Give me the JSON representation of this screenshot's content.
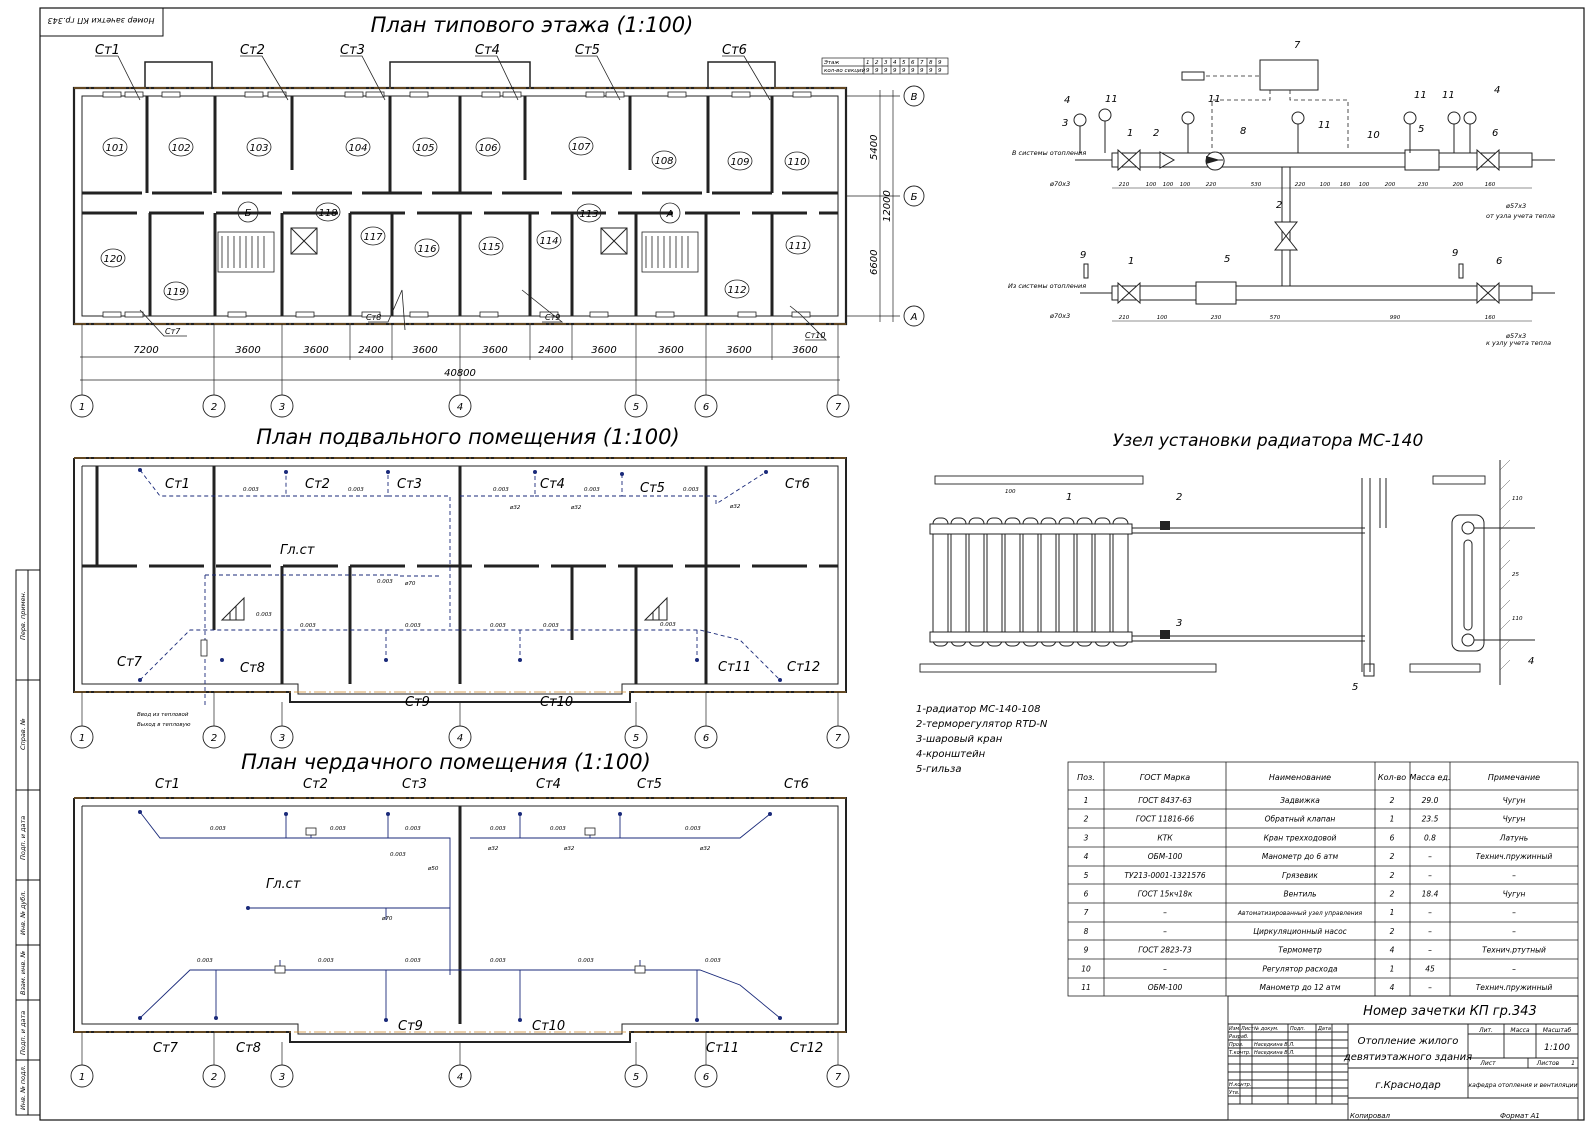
{
  "stamp_text": "Номер зачетки КП гр.343",
  "plans": {
    "typical": {
      "title": "План типового этажа (1:100)",
      "rooms": [
        "101",
        "102",
        "103",
        "104",
        "105",
        "106",
        "107",
        "108",
        "109",
        "110",
        "111",
        "112",
        "113",
        "114",
        "115",
        "116",
        "117",
        "118",
        "119",
        "120"
      ],
      "stairs": [
        "Б",
        "А"
      ],
      "risers": [
        "Ст1",
        "Ст2",
        "Ст3",
        "Ст4",
        "Ст5",
        "Ст6",
        "Ст7",
        "Ст8",
        "Ст9",
        "Ст10"
      ],
      "dims_bottom": [
        "7200",
        "3600",
        "3600",
        "2400",
        "3600",
        "3600",
        "2400",
        "3600",
        "3600",
        "3600",
        "3600"
      ],
      "dim_total": "40800",
      "dims_right": [
        "5400",
        "12000",
        "6600"
      ],
      "axes_letters": [
        "В",
        "Б",
        "А"
      ],
      "axes_numbers": [
        "1",
        "2",
        "3",
        "4",
        "5",
        "6",
        "7"
      ],
      "floor_table": {
        "row1_label": "Этаж",
        "row2_label": "кол-во секций",
        "row1": [
          "1",
          "2",
          "3",
          "4",
          "5",
          "6",
          "7",
          "8",
          "9"
        ],
        "row2": [
          "9",
          "9",
          "9",
          "9",
          "9",
          "9",
          "9",
          "9",
          "9"
        ]
      }
    },
    "basement": {
      "title": "План подвального помещения (1:100)",
      "risers": [
        "Ст1",
        "Ст2",
        "Ст3",
        "Ст4",
        "Ст5",
        "Ст6",
        "Ст7",
        "Ст8",
        "Ст9",
        "Ст10",
        "Ст11",
        "Ст12"
      ],
      "main_riser": "Гл.ст",
      "slope": "0.003",
      "diam": [
        "ø32",
        "ø32",
        "ø32",
        "ø70"
      ],
      "inlet_notes": [
        "Ввод из тепловой",
        "Выход в тепловую"
      ]
    },
    "attic": {
      "title": "План чердачного помещения (1:100)",
      "risers": [
        "Ст1",
        "Ст2",
        "Ст3",
        "Ст4",
        "Ст5",
        "Ст6",
        "Ст7",
        "Ст8",
        "Ст9",
        "Ст10",
        "Ст11",
        "Ст12"
      ],
      "main_riser": "Гл.ст",
      "diam": [
        "ø32",
        "ø32",
        "ø32",
        "ø50",
        "ø70"
      ]
    }
  },
  "node": {
    "labels": [
      "1",
      "2",
      "3",
      "4",
      "5",
      "6",
      "7",
      "8",
      "9",
      "10",
      "11"
    ],
    "notes": [
      "В системы отопления",
      "Из системы отопления",
      "от узла учета тепла",
      "к узлу учета тепла"
    ],
    "pipe_dims": [
      "ø70х3",
      "ø70х3",
      "ø57х3",
      "ø57х3"
    ],
    "dims_top": [
      "210",
      "100",
      "100",
      "100",
      "220",
      "530",
      "220",
      "100",
      "160",
      "100",
      "200",
      "230",
      "200",
      "160"
    ],
    "dims_bottom": [
      "210",
      "100",
      "230",
      "570",
      "990",
      "160"
    ]
  },
  "radiator": {
    "title": "Узел установки радиатора МС-140",
    "labels": [
      "1",
      "2",
      "3",
      "4",
      "5"
    ],
    "legend": [
      "1-радиатор МС-140-108",
      "2-терморегулятор RTD-N",
      "3-шаровый кран",
      "4-кронштейн",
      "5-гильза"
    ],
    "dims": [
      "100",
      "110",
      "25",
      "110"
    ]
  },
  "spec": {
    "headers": [
      "Поз.",
      "ГОСТ Марка",
      "Наименование",
      "Кол-во",
      "Масса ед.",
      "Примечание"
    ],
    "rows": [
      [
        "1",
        "ГОСТ 8437-63",
        "Задвижка",
        "2",
        "29.0",
        "Чугун"
      ],
      [
        "2",
        "ГОСТ 11816-66",
        "Обратный клапан",
        "1",
        "23.5",
        "Чугун"
      ],
      [
        "3",
        "КТК",
        "Кран трехходовой",
        "6",
        "0.8",
        "Латунь"
      ],
      [
        "4",
        "ОБМ-100",
        "Манометр до 6 атм",
        "2",
        "–",
        "Технич.пружинный"
      ],
      [
        "5",
        "ТУ213-0001-1321576",
        "Грязевик",
        "2",
        "–",
        "–"
      ],
      [
        "6",
        "ГОСТ 15кч18к",
        "Вентиль",
        "2",
        "18.4",
        "Чугун"
      ],
      [
        "7",
        "–",
        "Автоматизированный узел управления",
        "1",
        "–",
        "–"
      ],
      [
        "8",
        "–",
        "Циркуляционный насос",
        "2",
        "–",
        "–"
      ],
      [
        "9",
        "ГОСТ 2823-73",
        "Термометр",
        "4",
        "–",
        "Технич.ртутный"
      ],
      [
        "10",
        "–",
        "Регулятор расхода",
        "1",
        "45",
        "–"
      ],
      [
        "11",
        "ОБМ-100",
        "Манометр до 12 атм",
        "4",
        "–",
        "Технич.пружинный"
      ]
    ]
  },
  "titleblock": {
    "number": "Номер зачетки КП гр.343",
    "project": [
      "Отопление жилого",
      "девятиэтажного здания"
    ],
    "city": "г.Краснодар",
    "scale": "1:100",
    "scale_label": "Масштаб",
    "lit_label": "Лит.",
    "mass_label": "Масса",
    "sheet_label": "Лист",
    "sheets_label": "Листов",
    "sheets": "1",
    "org": "кафедра отопления и вентиляции",
    "roles": [
      "Изм.",
      "Лист",
      "№ докум.",
      "Подп.",
      "Дата"
    ],
    "people": [
      [
        "Разраб.",
        ""
      ],
      [
        "Пров.",
        "Наседкина В.Л."
      ],
      [
        "Т.контр.",
        "Наседкина В.Л."
      ],
      [
        "",
        ""
      ],
      [
        "Н.контр.",
        ""
      ],
      [
        "Утв.",
        ""
      ]
    ],
    "copied": "Копировал",
    "format": "Формат А1"
  },
  "side_labels": [
    "Перв. примен.",
    "Справ. №",
    "Подп. и дата",
    "Инв. № дубл.",
    "Взам. инв. №",
    "Подп. и дата",
    "Инв. № подл."
  ]
}
